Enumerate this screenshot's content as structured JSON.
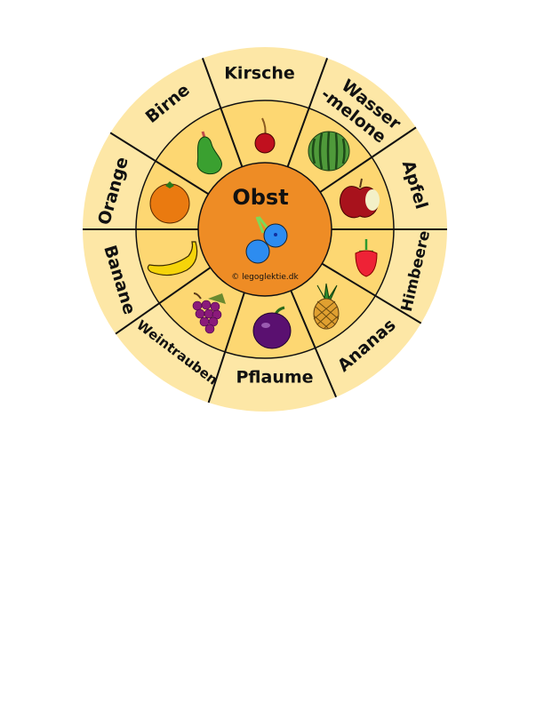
{
  "center": {
    "title": "Obst",
    "copyright": "© legoglektie.dk"
  },
  "segments": [
    {
      "label": "Kirsche",
      "icon": "cherry-icon"
    },
    {
      "label_line1": "Wasser",
      "label_line2": "-melone",
      "icon": "watermelon-icon"
    },
    {
      "label": "Apfel",
      "icon": "apple-icon"
    },
    {
      "label": "Himbeere",
      "icon": "raspberry-icon"
    },
    {
      "label": "Ananas",
      "icon": "pineapple-icon"
    },
    {
      "label": "Pflaume",
      "icon": "plum-icon"
    },
    {
      "label": "Weintrauben",
      "icon": "grapes-icon"
    },
    {
      "label": "Banane",
      "icon": "banana-icon"
    },
    {
      "label": "Orange",
      "icon": "orange-icon"
    },
    {
      "label": "Birne",
      "icon": "pear-icon"
    }
  ],
  "colors": {
    "outer": "#fde7a6",
    "middle": "#fdd772",
    "center": "#ee8c25",
    "line": "#111111"
  }
}
